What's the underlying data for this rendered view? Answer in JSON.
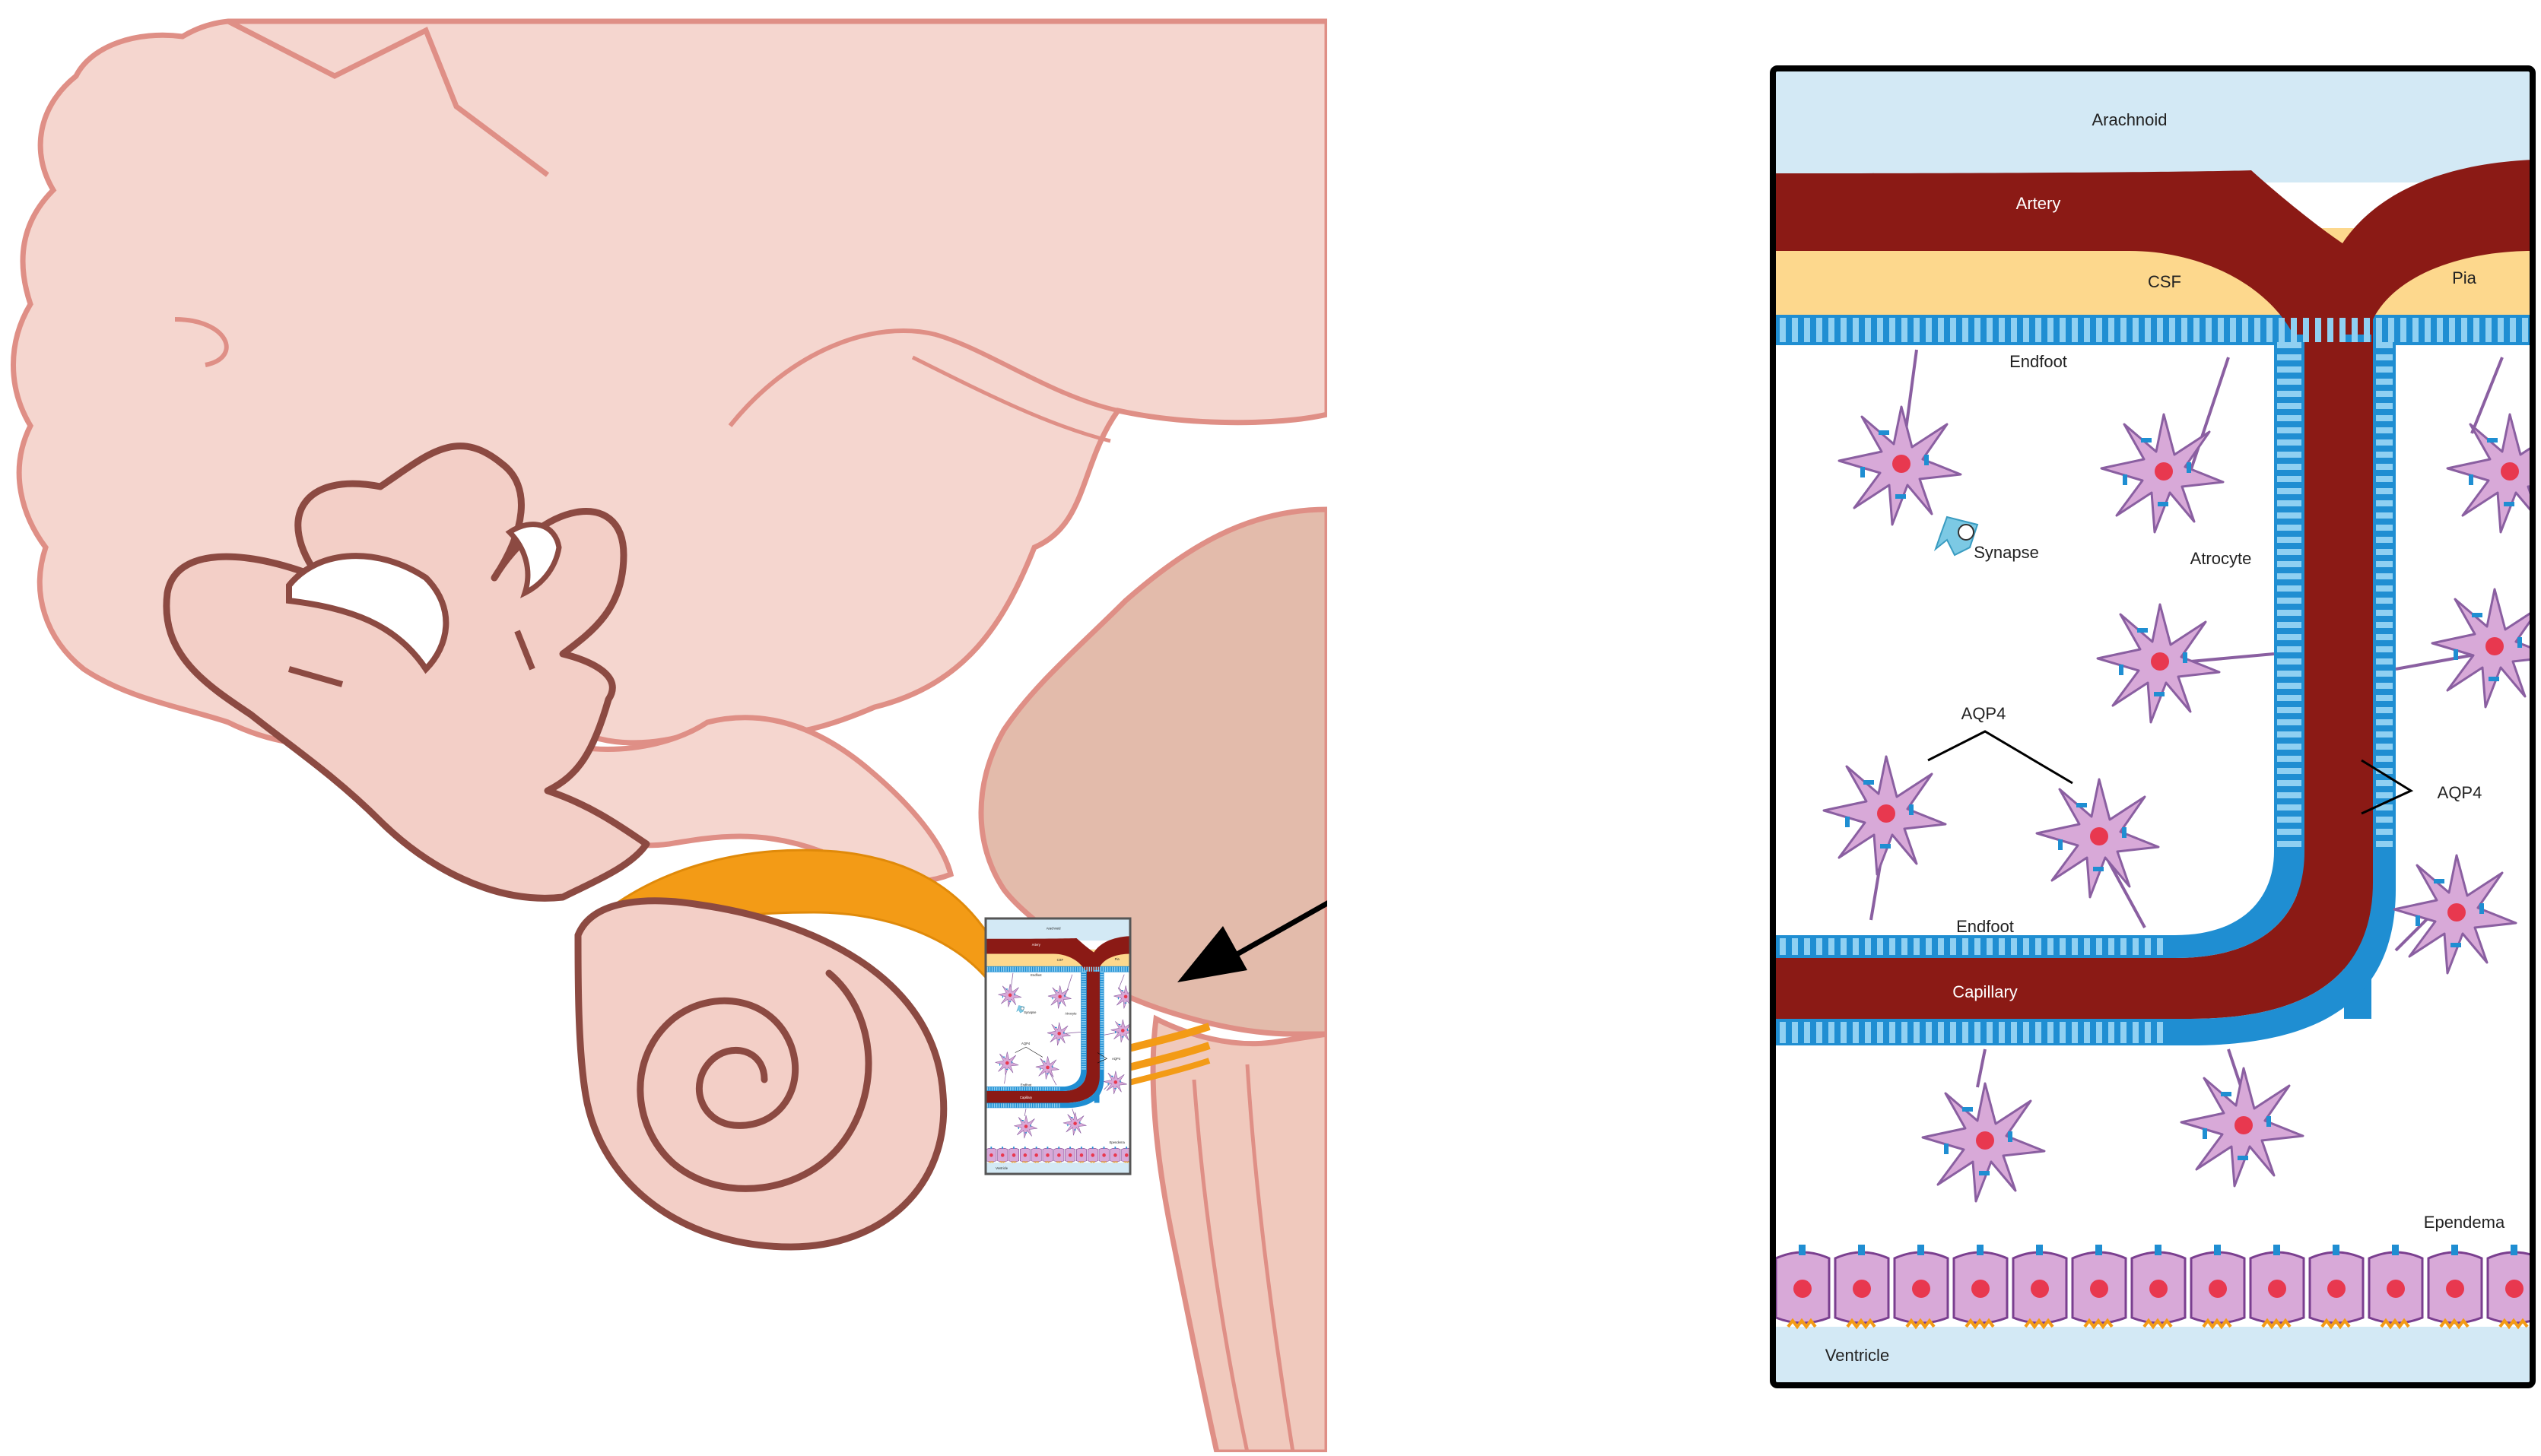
{
  "colors": {
    "brain_fill": "#f5d6cf",
    "brain_stroke": "#df8f86",
    "ear_fill": "#f3cfc7",
    "ear_stroke": "#8c4a42",
    "nerve": "#f39b16",
    "brainstem": "#e3bbab",
    "artery": "#8b1a15",
    "csf": "#fdd88d",
    "arachnoid": "#d3e9f5",
    "aqp4": "#1f8ed2",
    "astrocyte": "#d8a9d8",
    "astrocyte_stroke": "#8a5fa1",
    "nucleus": "#e8384f",
    "synapse": "#7cc9e4"
  },
  "labels": {
    "arachnoid": "Arachnoid",
    "artery": "Artery",
    "csf": "CSF",
    "pia": "Pia",
    "endfoot_top": "Endfoot",
    "synapse": "Synapse",
    "atrocyte": "Atrocyte",
    "aqp4_left": "AQP4",
    "aqp4_right": "AQP4",
    "endfoot_bottom": "Endfoot",
    "capillary": "Capillary",
    "ependema": "Ependema",
    "ventricle": "Ventricle"
  }
}
